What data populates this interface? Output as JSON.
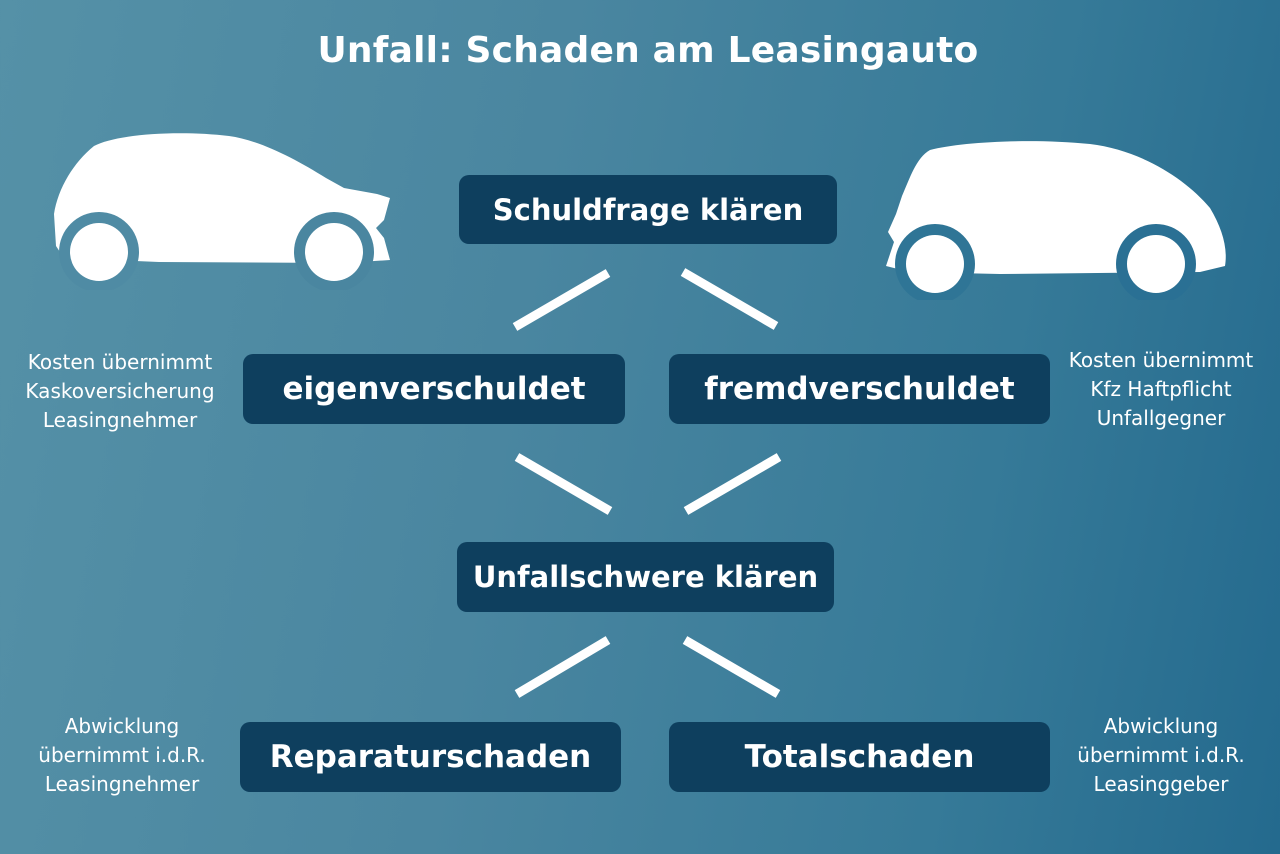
{
  "title": "Unfall: Schaden am Leasingauto",
  "nodes": {
    "schuldfrage": "Schuldfrage klären",
    "eigen": "eigenverschuldet",
    "fremd": "fremdverschuldet",
    "unfallschwere": "Unfallschwere klären",
    "reparatur": "Reparaturschaden",
    "total": "Totalschaden"
  },
  "notes": {
    "left_top": [
      "Kosten übernimmt",
      "Kaskoversicherung",
      "Leasingnehmer"
    ],
    "right_top": [
      "Kosten übernimmt",
      "Kfz Haftpflicht",
      "Unfallgegner"
    ],
    "left_bottom": [
      "Abwicklung",
      "übernimmt i.d.R.",
      "Leasingnehmer"
    ],
    "right_bottom": [
      "Abwicklung",
      "übernimmt i.d.R.",
      "Leasinggeber"
    ]
  },
  "icons": {
    "left_car": "car-icon",
    "right_car": "car-icon"
  },
  "colors": {
    "box": "#0e3f5e",
    "text": "#ffffff"
  }
}
